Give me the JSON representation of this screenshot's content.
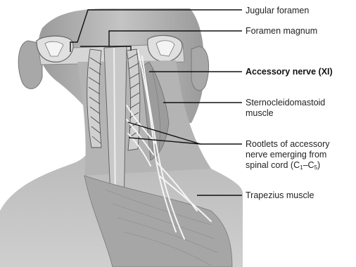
{
  "colors": {
    "skin": "#bcbcbc",
    "skin_dark": "#8f8f8f",
    "bone": "#d9d9d9",
    "nerve": "#f3f3f3",
    "leader": "#111111"
  },
  "labels": {
    "jugular_foramen": "Jugular foramen",
    "foramen_magnum": "Foramen magnum",
    "accessory_nerve": "Accessory nerve (XI)",
    "sternocleidomastoid_1": "Sternocleido­mastoid",
    "sternocleidomastoid_2": "muscle",
    "rootlets_1": "Rootlets of accessory",
    "rootlets_2": "nerve emerging from",
    "rootlets_3_prefix": "spinal cord (C",
    "rootlets_3_sub1": "1",
    "rootlets_3_dash": "–C",
    "rootlets_3_sub2": "5",
    "rootlets_3_suffix": ")",
    "trapezius": "Trapezius muscle"
  }
}
